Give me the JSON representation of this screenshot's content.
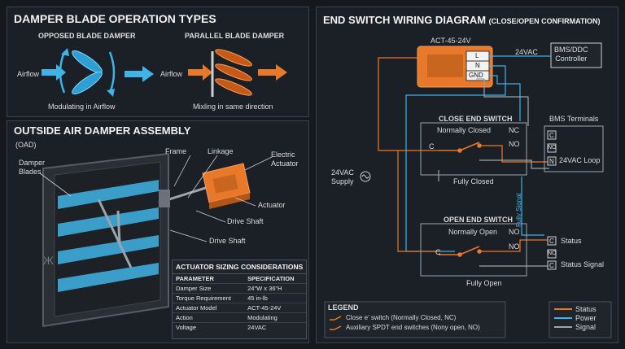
{
  "blade_panel": {
    "title": "DAMPER BLADE OPERATION TYPES",
    "opposed_title": "OPPOSED BLADE DAMPER",
    "parallel_title": "PARALLEL BLADE DAMPER",
    "airflow_left": "Airflow",
    "airflow_right": "Airflow",
    "opposed_caption": "Modulating in Airflow",
    "parallel_caption": "Mixling in same direction"
  },
  "assembly_panel": {
    "title": "OUTSIDE AIR DAMPER ASSEMBLY",
    "subtitle": "(OAD)",
    "labels": {
      "frame": "Frame",
      "linkage": "Linkage",
      "electric_actuator": "Electric\nActuator",
      "damper_blades": "Damper\nBlades",
      "actuator": "Actuator",
      "drive_shaft_1": "Drive Shaft",
      "drive_shaft_2": "Drive Shaft"
    }
  },
  "sizing": {
    "title": "ACTUATOR SIZING CONSIDERATIONS",
    "headers": [
      "PARAMETER",
      "SPECIFICATION"
    ],
    "rows": [
      [
        "Damper Size",
        "24\"W x 36\"H"
      ],
      [
        "Torque Requirement",
        "45 in-lb"
      ],
      [
        "Actuator Model",
        "ACT-45-24V"
      ],
      [
        "Action",
        "Modulating"
      ],
      [
        "Voltage",
        "24VAC"
      ]
    ]
  },
  "wiring_panel": {
    "title": "END SWITCH WIRING DIAGRAM",
    "title_suffix": "(CLOSE/OPEN CONFIRMATION)",
    "actuator_model": "ACT-45-24V",
    "terminals": [
      "L",
      "N",
      "GND"
    ],
    "v24_label": "24VAC",
    "bms_box": "BMS/DDC\nController",
    "close_switch": {
      "title": "CLOSE END SWITCH",
      "nc": "Normally Closed",
      "nc_tag": "NC",
      "no_tag": "NO",
      "c_tag": "C",
      "caption": "Fully Closed"
    },
    "bms_terminals": {
      "title": "BMS Terminals",
      "terms": [
        "C",
        "NO",
        "N"
      ],
      "loop": "24VAC Loop"
    },
    "supply": "24VAC\nSupply",
    "fully_signal": "Fully Signal",
    "open_switch": {
      "title": "OPEN END SWITCH",
      "no": "Normally Open",
      "no_tag": "NO",
      "no_tag2": "NO",
      "c_tag": "C",
      "caption": "Fully Open"
    },
    "status_terms": [
      "C",
      "NO",
      "C"
    ],
    "status": "Status",
    "status_signal": "Status Signal",
    "legend": {
      "title": "LEGEND",
      "items": [
        "Close e’ switch (Normally Closed, NC)",
        "Auxiliary SPDT end switches (Nony open, NO)"
      ]
    },
    "key": [
      {
        "label": "Status",
        "color": "#e8782a"
      },
      {
        "label": "Power",
        "color": "#3fb4e6"
      },
      {
        "label": "Signal",
        "color": "#9aa4ad"
      }
    ]
  },
  "colors": {
    "orange": "#e8782a",
    "blue": "#3fb4e6",
    "grey": "#9aa4ad"
  }
}
